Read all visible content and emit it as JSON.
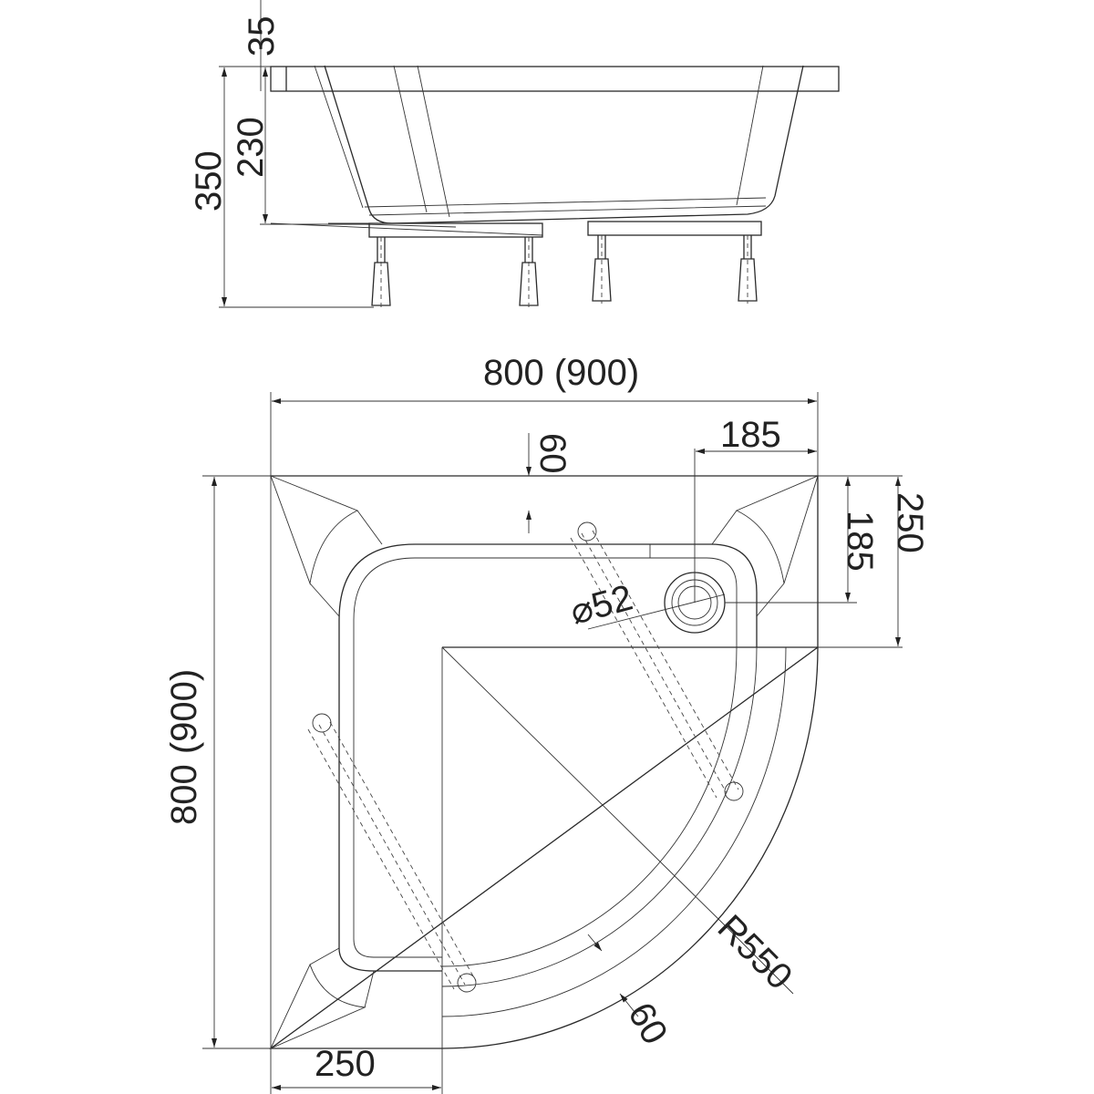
{
  "side_view": {
    "dim_rim": "35",
    "dim_depth": "230",
    "dim_total_height": "350"
  },
  "plan_view": {
    "dim_width": "800 (900)",
    "dim_height": "800 (900)",
    "dim_rim_top": "60",
    "dim_drain_x": "185",
    "dim_drain_y": "185",
    "dim_corner_right": "250",
    "dim_drain_diameter": "⌀52",
    "dim_radius": "R550",
    "dim_rim_arc": "60",
    "dim_corner_bottom": "250"
  }
}
